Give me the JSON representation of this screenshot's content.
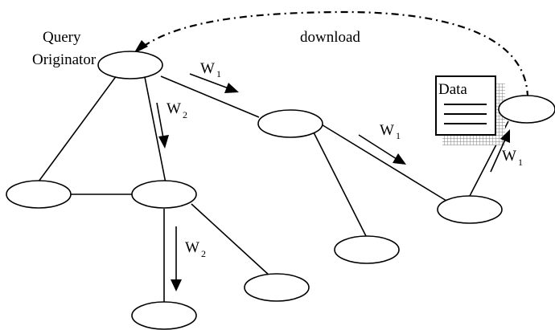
{
  "labels": {
    "query_line1": "Query",
    "query_line2": "Originator",
    "download": "download",
    "data": "Data",
    "weight_w": "W",
    "sub_1": "1",
    "sub_2": "2"
  },
  "colors": {
    "stroke": "#000000",
    "background": "#ffffff",
    "shadow_hatch": "#7f7f7f"
  }
}
